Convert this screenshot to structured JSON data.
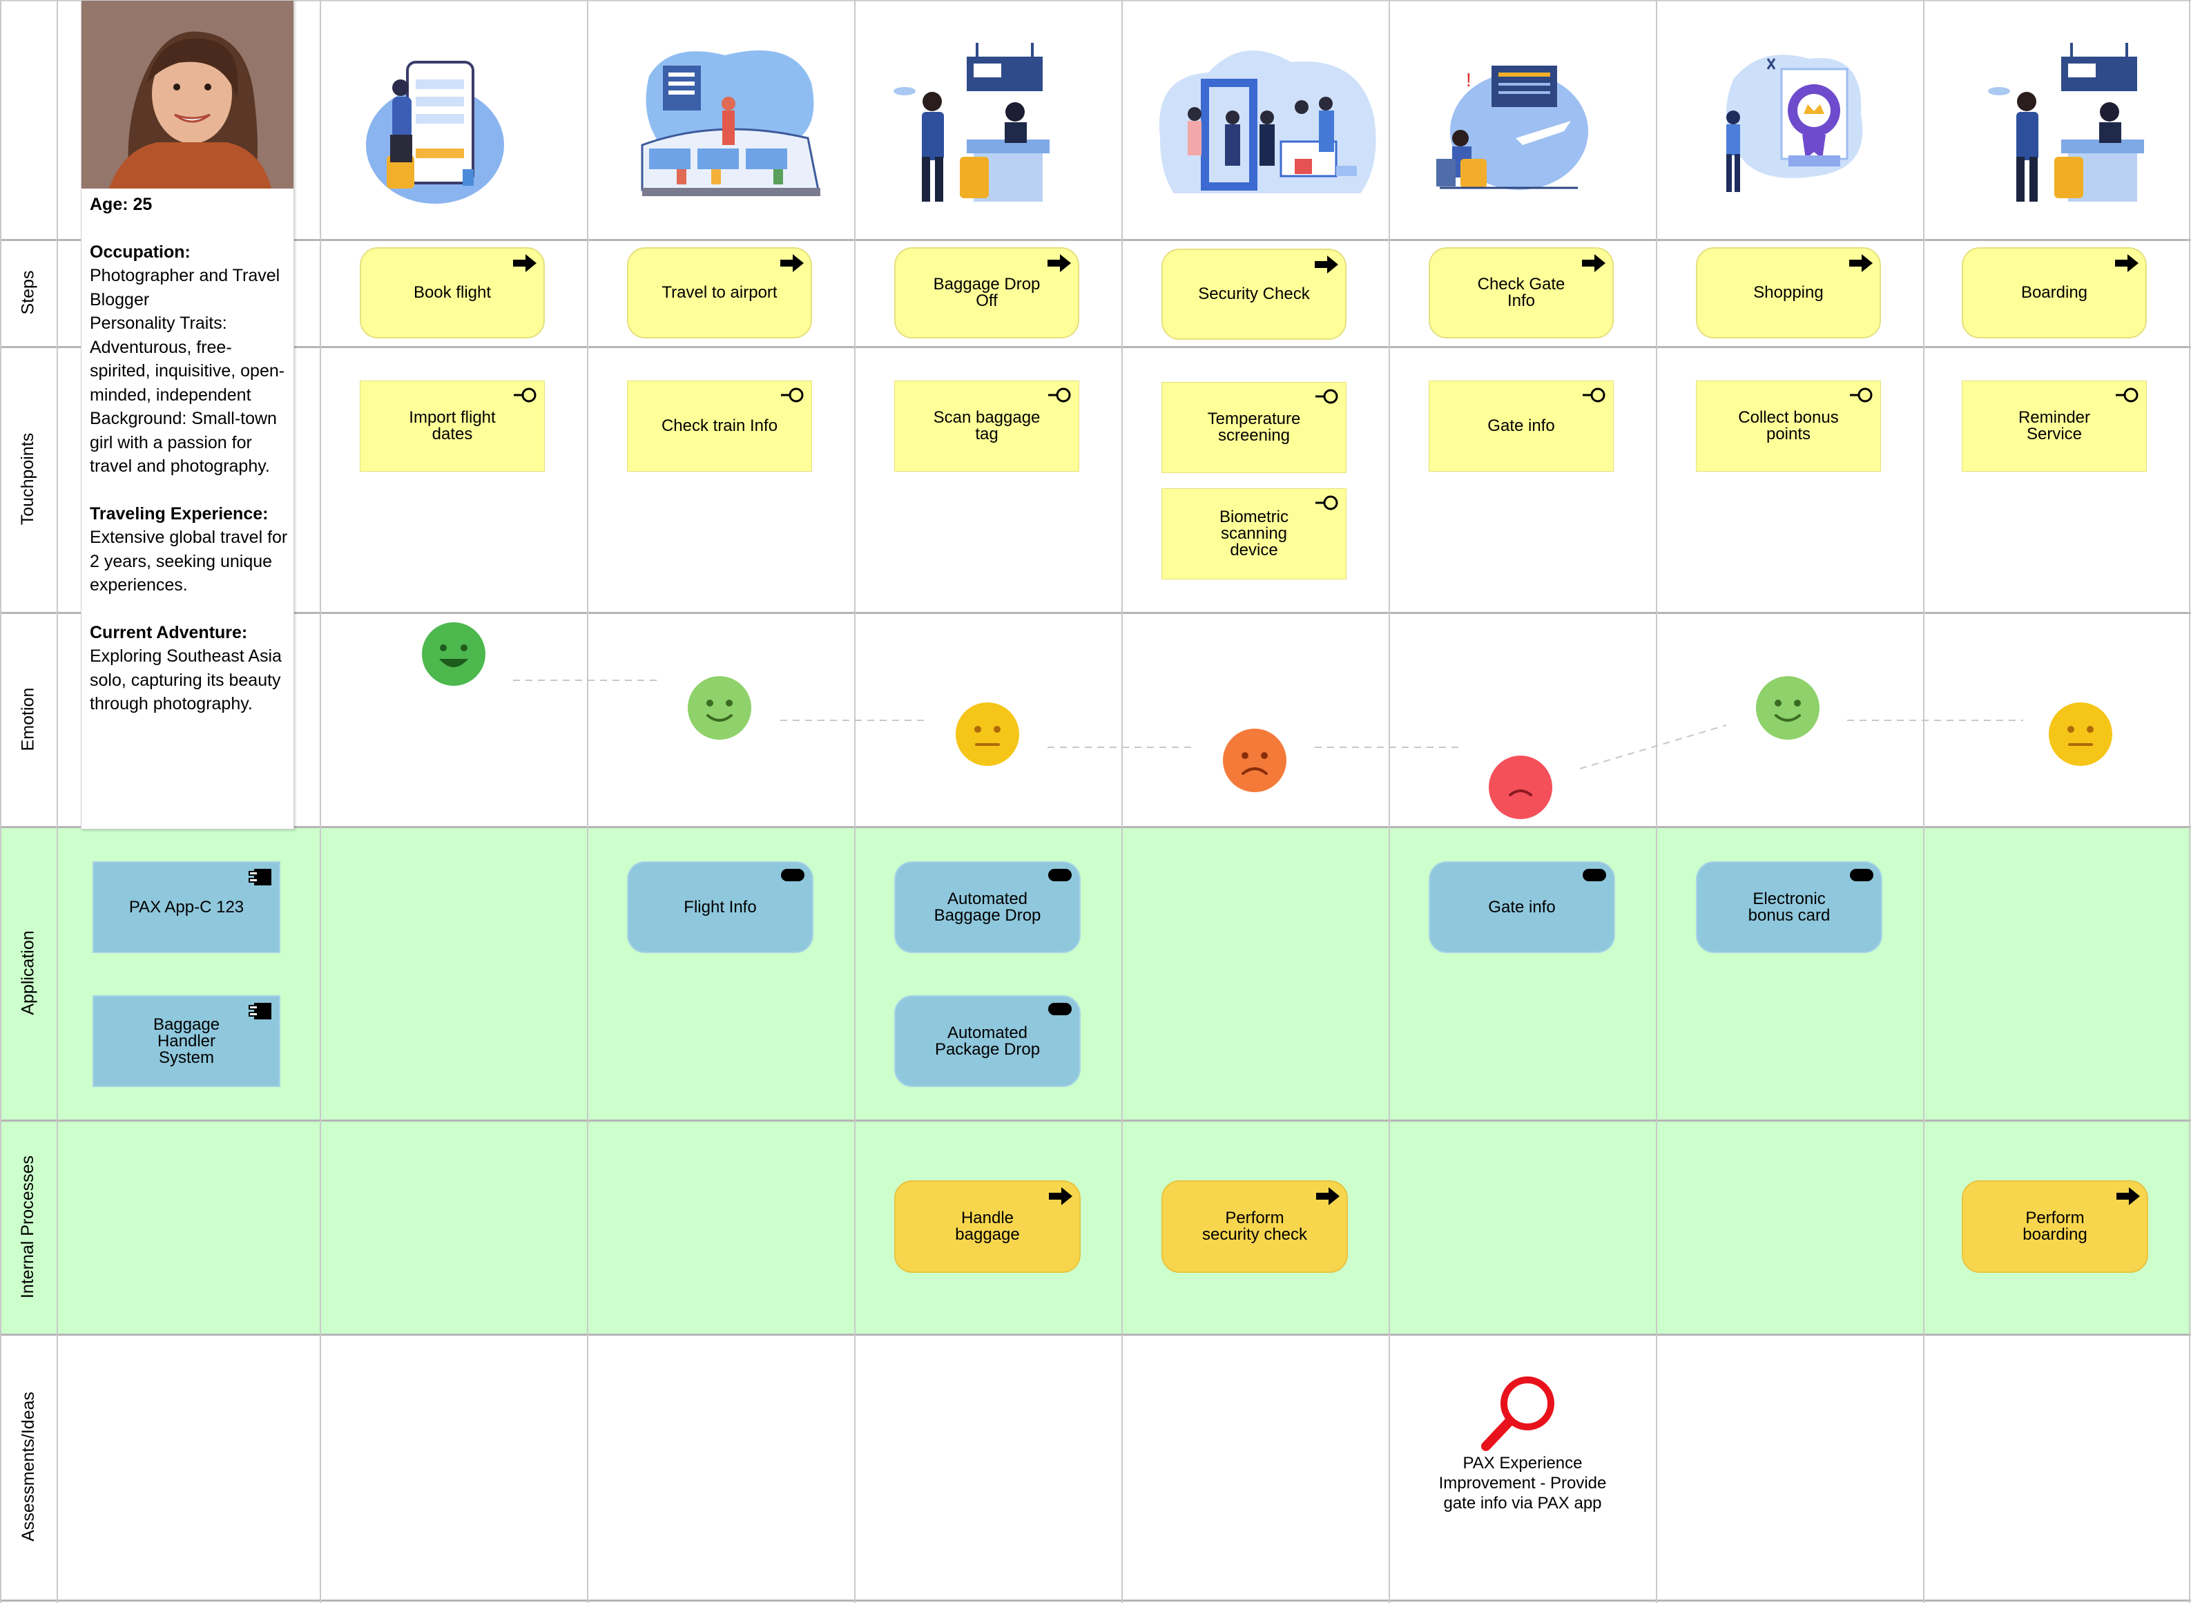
{
  "rows": {
    "steps": "Steps",
    "touchpoints": "Touchpoints",
    "emotion": "Emotion",
    "application": "Application",
    "internal": "Internal Processes",
    "assessments": "Assessments/Ideas"
  },
  "persona": {
    "age": "Age: 25",
    "occupation_label": "Occupation:",
    "occupation_text": "Photographer and Travel Blogger",
    "traits": "Personality Traits: Adventurous, free-spirited, inquisitive, open-minded, independent",
    "background": "Background: Small-town girl with a passion for travel and photography.",
    "experience_label": "Traveling Experience:",
    "experience_text": "Extensive global travel for 2 years, seeking unique experiences.",
    "adventure_label": "Current Adventure:",
    "adventure_text": "Exploring Southeast Asia solo, capturing its beauty through photography."
  },
  "steps": [
    "Book flight",
    "Travel to airport",
    "Baggage Drop Off",
    "Security Check",
    "Check Gate Info",
    "Shopping",
    "Boarding"
  ],
  "touchpoints": [
    "Import flight dates",
    "Check train Info",
    "Scan baggage tag",
    "Temperature screening",
    "Biometric scanning device",
    "Gate info",
    "Collect bonus points",
    "Reminder Service"
  ],
  "emotions": [
    {
      "mood": "very-happy",
      "color": "#4db84d"
    },
    {
      "mood": "happy",
      "color": "#8fd16a"
    },
    {
      "mood": "neutral",
      "color": "#f5c518"
    },
    {
      "mood": "sad",
      "color": "#f47a3a"
    },
    {
      "mood": "very-sad",
      "color": "#f4505a"
    },
    {
      "mood": "happy",
      "color": "#8fd16a"
    },
    {
      "mood": "neutral",
      "color": "#f5c518"
    }
  ],
  "applications": [
    "PAX App-C 123",
    "Baggage Handler System",
    "Flight Info",
    "Automated Baggage Drop",
    "Automated Package Drop",
    "Gate info",
    "Electronic bonus card"
  ],
  "processes": [
    "Handle baggage",
    "Perform security check",
    "Perform boarding"
  ],
  "assessment": "PAX Experience Improvement - Provide gate info via PAX app",
  "colors": {
    "step_fill": "#ffff99",
    "application_fill": "#8fc7dc",
    "process_fill": "#f7d64e",
    "band_green": "#ccffcc",
    "assessment_icon": "#e8121c"
  }
}
